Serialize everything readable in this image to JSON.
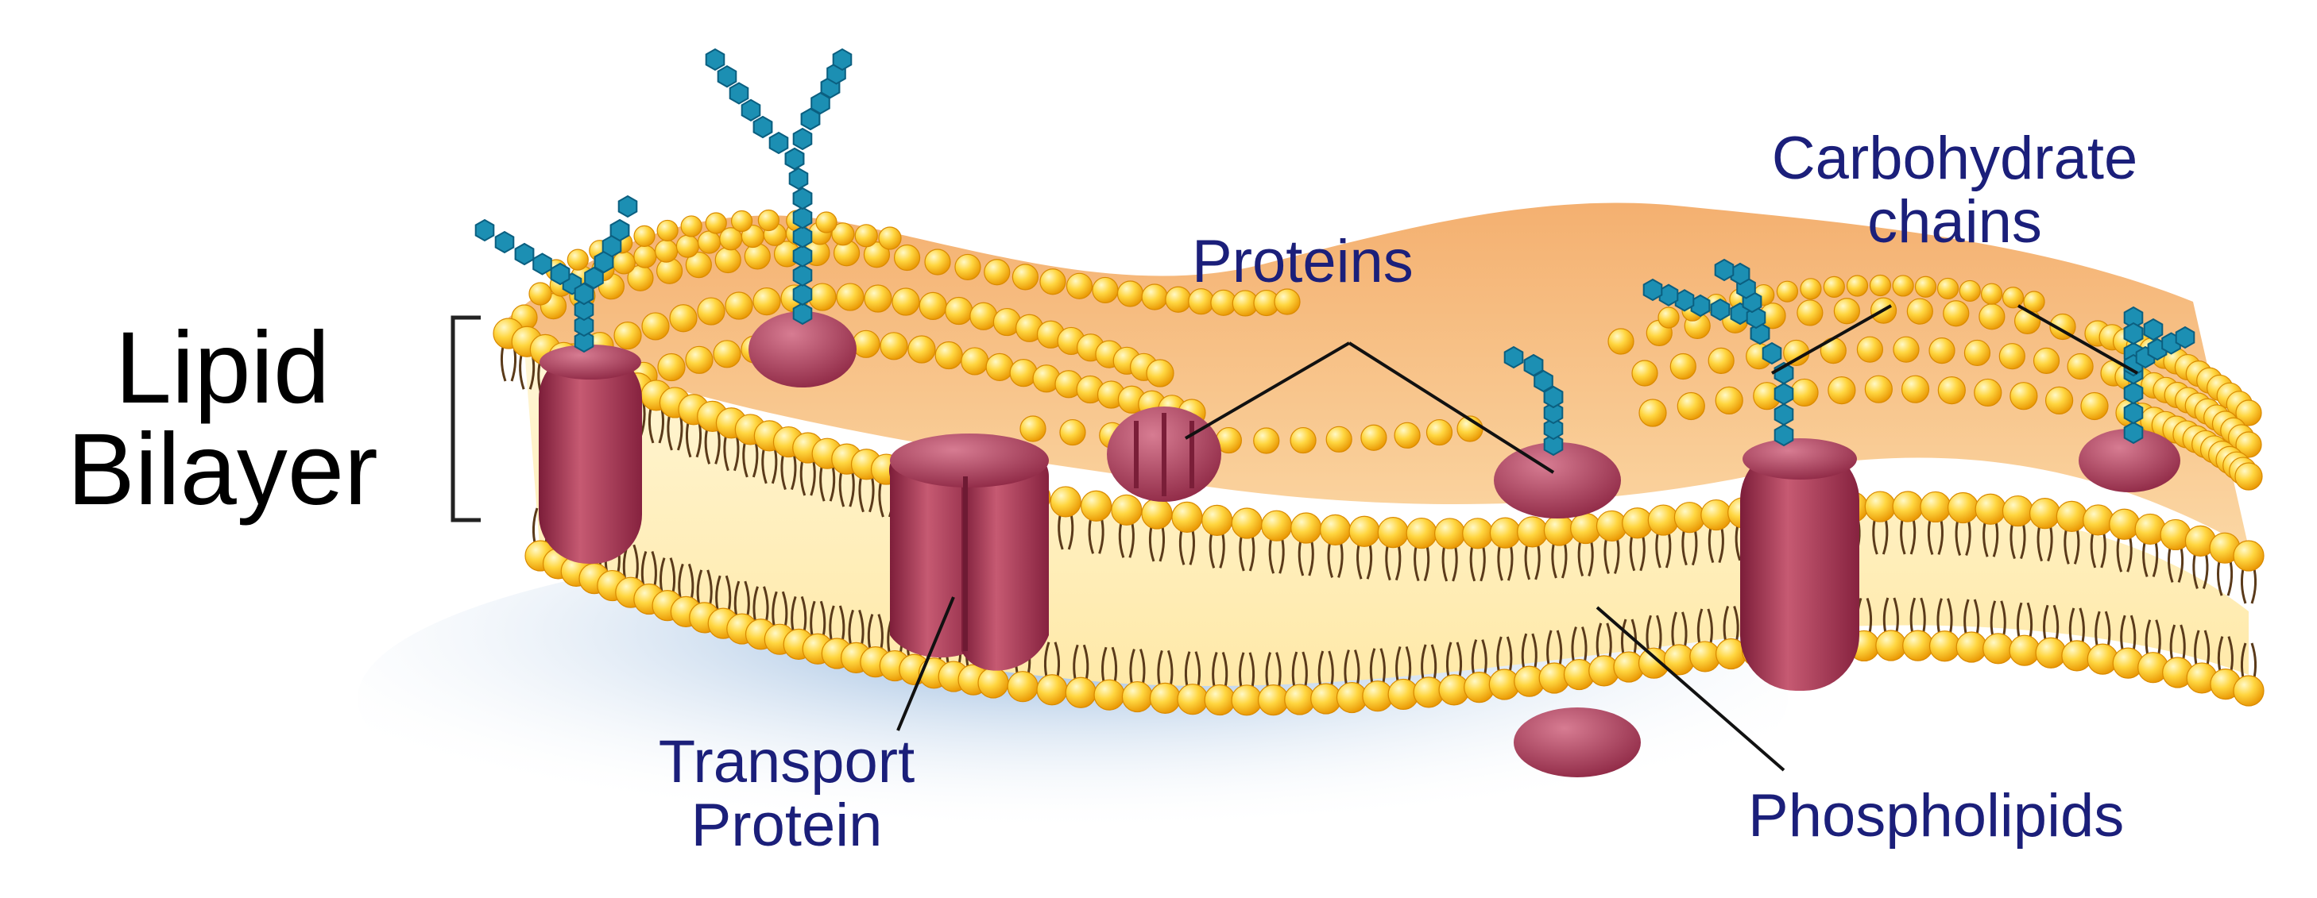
{
  "labels": {
    "lipid_bilayer": [
      "Lipid",
      "Bilayer"
    ],
    "proteins": "Proteins",
    "carbohydrate_chains": [
      "Carbohydrate",
      "chains"
    ],
    "transport_protein": [
      "Transport",
      "Protein"
    ],
    "phospholipids": "Phospholipids"
  },
  "colors": {
    "label_text": "#1b1f7a",
    "title_text": "#000000",
    "head_light": "#ffe36b",
    "head_dark": "#f3a400",
    "tail": "#5a3a1a",
    "protein_light": "#c4566e",
    "protein_dark": "#8a2340",
    "carbohydrate": "#1c8fb3",
    "core": "#fff0c2",
    "sheet": "#f7b878",
    "shadow": "#7aa6d3"
  }
}
